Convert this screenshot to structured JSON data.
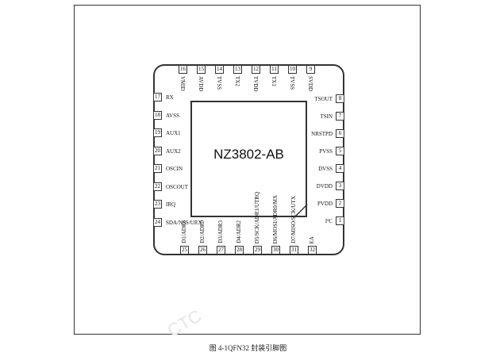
{
  "chip": {
    "name": "NZ3802-AB"
  },
  "caption": "图 4-1QFN32 封装引脚图",
  "watermark": "CTC",
  "pins": {
    "right": [
      {
        "num": "1",
        "label": "I²C"
      },
      {
        "num": "2",
        "label": "PVDD"
      },
      {
        "num": "3",
        "label": "DVDD"
      },
      {
        "num": "4",
        "label": "DVSS"
      },
      {
        "num": "5",
        "label": "PVSS"
      },
      {
        "num": "6",
        "label": "NRSTPD"
      },
      {
        "num": "7",
        "label": "TSIN"
      },
      {
        "num": "8",
        "label": "TSOUT"
      }
    ],
    "top": [
      {
        "num": "9",
        "label": "SVDD"
      },
      {
        "num": "10",
        "label": "TVSS"
      },
      {
        "num": "11",
        "label": "TX1"
      },
      {
        "num": "12",
        "label": "TVDD"
      },
      {
        "num": "13",
        "label": "TX2"
      },
      {
        "num": "14",
        "label": "TVSS"
      },
      {
        "num": "15",
        "label": "AVDD"
      },
      {
        "num": "16",
        "label": "VMID"
      }
    ],
    "left": [
      {
        "num": "17",
        "label": "RX"
      },
      {
        "num": "18",
        "label": "AVSS"
      },
      {
        "num": "19",
        "label": "AUX1"
      },
      {
        "num": "20",
        "label": "AUX2"
      },
      {
        "num": "21",
        "label": "OSCIN"
      },
      {
        "num": "22",
        "label": "OSCOUT"
      },
      {
        "num": "23",
        "label": "IRQ"
      },
      {
        "num": "24",
        "label": "SDA/NSS/URX"
      }
    ],
    "bottom": [
      {
        "num": "25",
        "label": "D1/ADR5"
      },
      {
        "num": "26",
        "label": "D2/ADR0"
      },
      {
        "num": "27",
        "label": "D3/ADR3"
      },
      {
        "num": "28",
        "label": "D4/ADR2"
      },
      {
        "num": "29",
        "label": "D5/SCK/ADR1/UTRQ"
      },
      {
        "num": "30",
        "label": "D6/MOSI/ADR0/MX"
      },
      {
        "num": "31",
        "label": "D7/MISO/SCK/UTX"
      },
      {
        "num": "32",
        "label": "EA"
      }
    ]
  }
}
